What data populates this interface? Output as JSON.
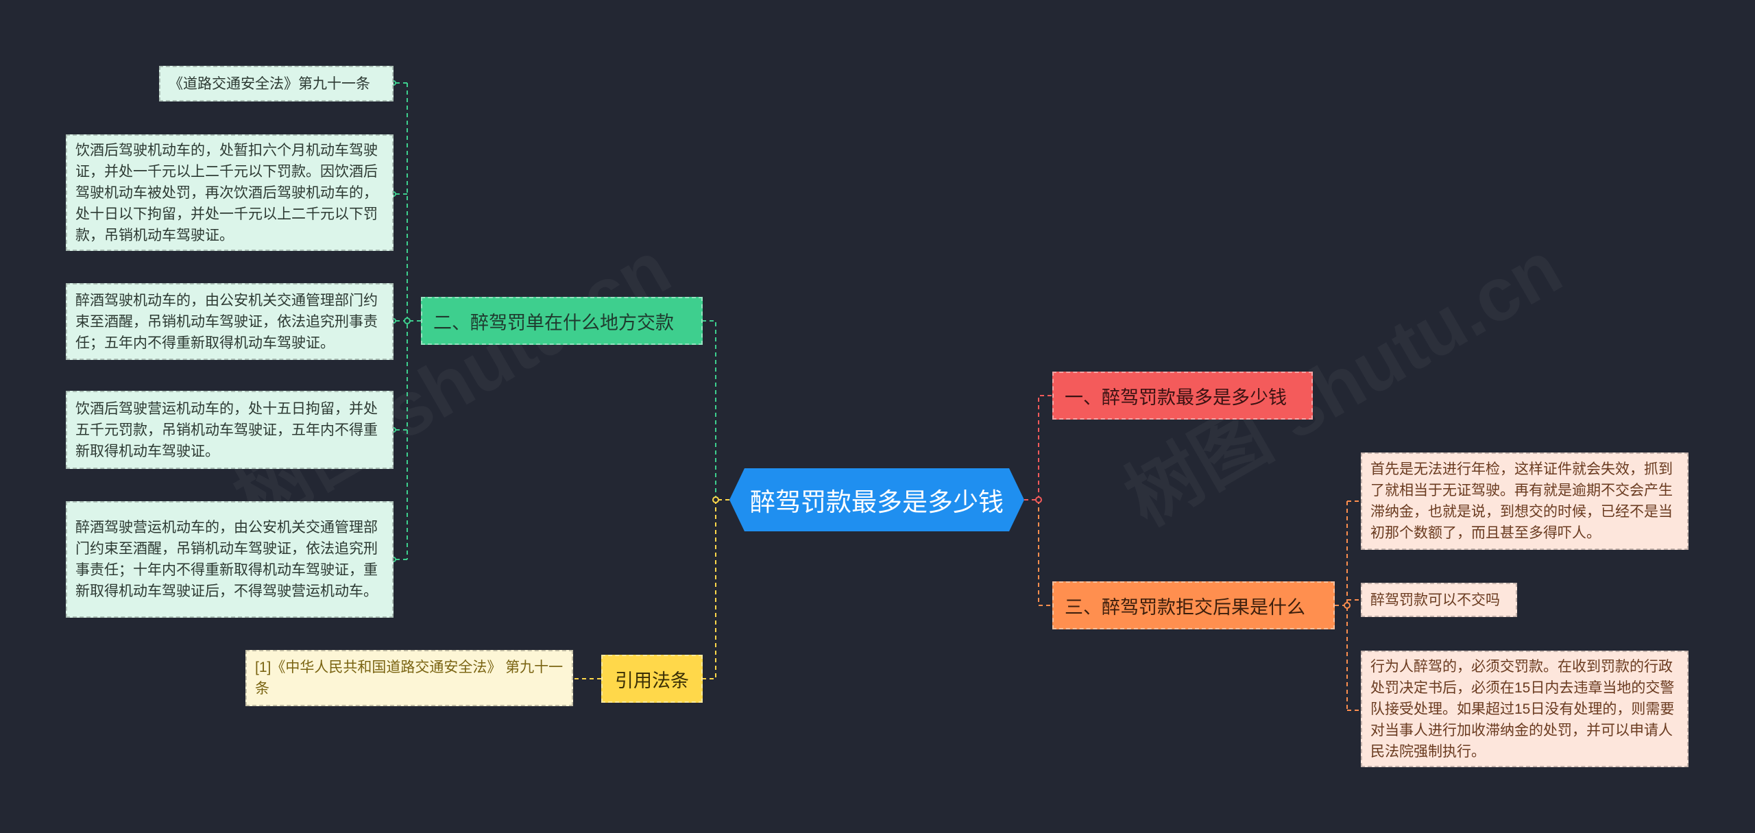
{
  "root": {
    "label": "醉驾罚款最多是多少钱"
  },
  "branches": {
    "where_to_pay": {
      "label": "二、醉驾罚单在什么地方交款"
    },
    "references": {
      "label": "引用法条"
    },
    "max_fine": {
      "label": "一、醉驾罚款最多是多少钱"
    },
    "refuse_consequences": {
      "label": "三、醉驾罚款拒交后果是什么"
    }
  },
  "leaves": {
    "law_article": "《道路交通安全法》第九十一条",
    "drink_drive": "饮酒后驾驶机动车的，处暂扣六个月机动车驾驶证，并处一千元以上二千元以下罚款。因饮酒后驾驶机动车被处罚，再次饮酒后驾驶机动车的，处十日以下拘留，并处一千元以上二千元以下罚款，吊销机动车驾驶证。",
    "drunk_drive": "醉酒驾驶机动车的，由公安机关交通管理部门约束至酒醒，吊销机动车驾驶证，依法追究刑事责任；五年内不得重新取得机动车驾驶证。",
    "drink_drive_commercial": "饮酒后驾驶营运机动车的，处十五日拘留，并处五千元罚款，吊销机动车驾驶证，五年内不得重新取得机动车驾驶证。",
    "drunk_drive_commercial": "醉酒驾驶营运机动车的，由公安机关交通管理部门约束至酒醒，吊销机动车驾驶证，依法追究刑事责任；十年内不得重新取得机动车驾驶证，重新取得机动车驾驶证后，不得驾驶营运机动车。",
    "reference_1": "[1]《中华人民共和国道路交通安全法》 第九十一条",
    "consequence_1": "首先是无法进行年检，这样证件就会失效，抓到了就相当于无证驾驶。再有就是逾期不交会产生滞纳金，也就是说，到想交的时候，已经不是当初那个数额了，而且甚至多得吓人。",
    "consequence_2": "醉驾罚款可以不交吗",
    "consequence_3": "行为人醉驾的，必须交罚款。在收到罚款的行政处罚决定书后，必须在15日内去违章当地的交警队接受处理。如果超过15日没有处理的，则需要对当事人进行加收滞纳金的处罚，并可以申请人民法院强制执行。"
  },
  "watermark": {
    "text": "树图 shutu.cn"
  },
  "colors": {
    "background": "#232733",
    "root": "#1f8ff0",
    "green": "#3ecf8e",
    "yellow": "#ffd84a",
    "red": "#f45b5b",
    "orange": "#ff8f4f"
  }
}
